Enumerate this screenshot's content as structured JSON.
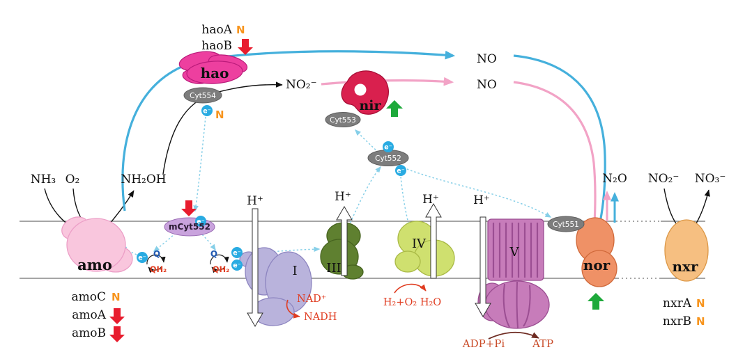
{
  "diagram": {
    "subject": "ammonia-oxidation-electron-transport-pathway"
  },
  "enzymes": {
    "amo": "amo",
    "hao": "hao",
    "nir": "nir",
    "nor": "nor",
    "nxr": "nxr"
  },
  "complexes": {
    "i": "I",
    "iii": "III",
    "iv": "IV",
    "v": "V"
  },
  "cytochromes": {
    "cyt554": "Cyt554",
    "cyt553": "Cyt553",
    "cyt552": "Cyt552",
    "mcyt552": "mCyt552",
    "cyt551": "Cyt551"
  },
  "electron": "e⁻",
  "molecules": {
    "nh3": "NH₃",
    "o2": "O₂",
    "nh2oh": "NH₂OH",
    "no2": "NO₂⁻",
    "no": "NO",
    "n2o": "N₂O",
    "no3": "NO₃⁻",
    "h_plus": "H⁺",
    "q": "Q",
    "qh2": "QH₂",
    "nad": "NAD⁺",
    "nadh": "NADH",
    "h2_o2": "H₂+O₂",
    "h2o": "H₂O",
    "adp_pi": "ADP+Pi",
    "atp": "ATP"
  },
  "genes": {
    "haoA": "haoA",
    "haoB": "haoB",
    "amoC": "amoC",
    "amoA": "amoA",
    "amoB": "amoB",
    "nxrA": "nxrA",
    "nxrB": "nxrB",
    "unchanged_marker": "N"
  },
  "colors": {
    "upregulated_green": "#1ea93b",
    "downregulated_red": "#e81c2e",
    "unchanged_orange": "#f7941d",
    "electron_blue": "#29abe2",
    "no_route_blue": "#45b0dc",
    "no_route_pink": "#f2a3c6"
  }
}
